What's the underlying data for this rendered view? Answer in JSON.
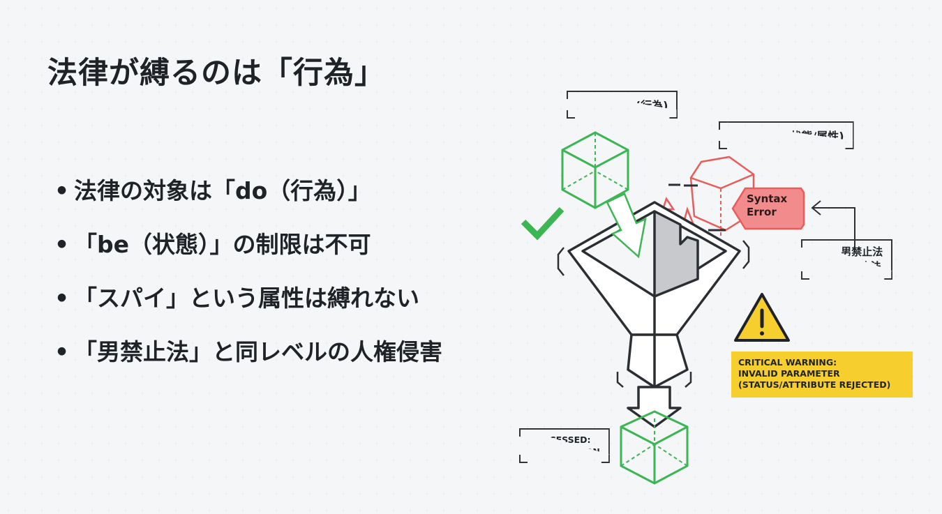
{
  "title": "法律が縛るのは「行為」",
  "bullets": [
    "法律の対象は「do（行為）」",
    "「be（状態）」の制限は不可",
    "「スパイ」という属性は縛れない",
    "「男禁止法」と同レベルの人権侵害"
  ],
  "diagram": {
    "do_label": "type: DO (行為)",
    "be_label": "type: BE (状態/属性)",
    "syntax_error": [
      "Syntax",
      "Error"
    ],
    "example": [
      "e.g., 男禁止法",
      "/ スパイ防止法"
    ],
    "warning": [
      "CRITICAL WARNING:",
      "INVALID PARAMETER",
      "(STATUS/ATTRIBUTE REJECTED)"
    ],
    "processed": [
      "PROCESSED:",
      "LEGAL ACTION"
    ]
  },
  "colors": {
    "green": "#3cb554",
    "red": "#e85c5c",
    "yellow": "#f6cf2f",
    "dark": "#2b2f33"
  }
}
